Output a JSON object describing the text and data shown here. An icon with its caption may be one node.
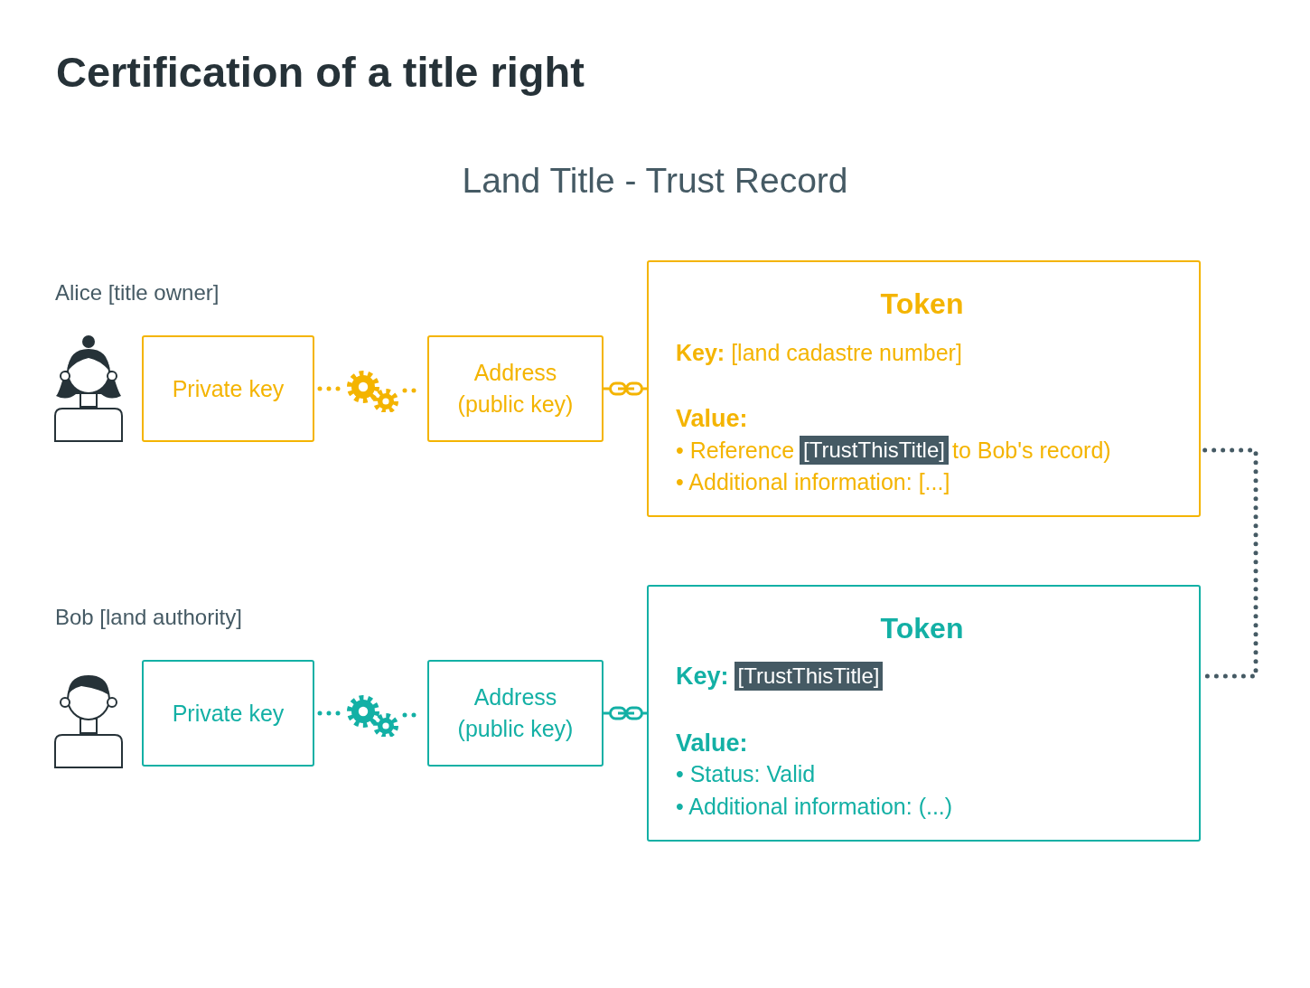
{
  "diagram": {
    "title": "Certification of a title right",
    "nodes": [
      {
        "text": [
          "Private key"
        ]
      },
      {
        "text": [],
        "shape": "gears"
      },
      {
        "text": [
          "Address (public key)"
        ]
      },
      {
        "text": [],
        "shape": "chain"
      },
      {
        "text": [
          "Token",
          "**Key:** [land cadastre number]",
          "Value:",
          "• Reference",
          "to Bob's record)",
          "• Additional information: [...]"
        ]
      },
      {
        "text": [
          "[TrustThisTitle]"
        ],
        "in": 4
      },
      {
        "text": [
          "Private key"
        ]
      },
      {
        "text": [],
        "shape": "gears"
      },
      {
        "text": [
          "Address (public key)"
        ]
      },
      {
        "text": [],
        "shape": "chain"
      },
      {
        "text": [
          "Token",
          "Key:",
          "Value:",
          "• Status: Valid",
          "• Additional information: (...)"
        ]
      },
      {
        "text": [
          "[TrustThisTitle]"
        ],
        "in": 10
      }
    ],
    "edges": [
      {
        "from": 0,
        "to": 1,
        "arrow": "none",
        "style": "dashed",
        "color": "#f4b400"
      },
      {
        "from": 1,
        "to": 2,
        "arrow": "none",
        "style": "dashed",
        "color": "#f4b400"
      },
      {
        "from": 2,
        "to": 3,
        "arrow": "none",
        "color": "#f4b400"
      },
      {
        "from": 3,
        "to": 4,
        "arrow": "none",
        "color": "#f4b400"
      },
      {
        "from": 6,
        "to": 7,
        "arrow": "none",
        "style": "dashed",
        "color": "#13b0a5"
      },
      {
        "from": 7,
        "to": 8,
        "arrow": "none",
        "style": "dashed",
        "color": "#13b0a5"
      },
      {
        "from": 8,
        "to": 9,
        "arrow": "none",
        "color": "#13b0a5"
      },
      {
        "from": 9,
        "to": 10,
        "arrow": "none",
        "color": "#13b0a5"
      },
      {
        "from": 4,
        "to": 11,
        "arrow": "none",
        "style": "dashed",
        "color": "#455a64"
      }
    ],
    "labels": [
      "Land Title - Trust Record",
      "Alice [title owner]",
      "Bob [land authority]"
    ]
  }
}
